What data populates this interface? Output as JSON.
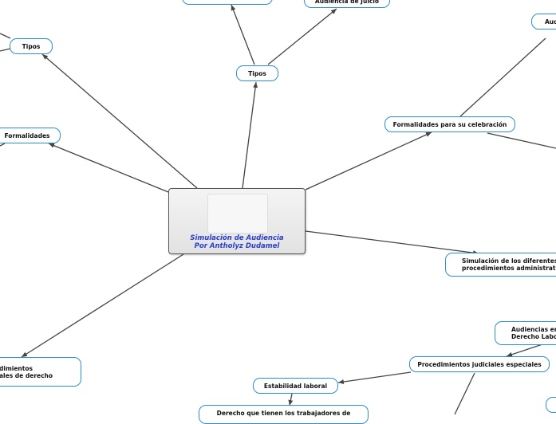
{
  "central": {
    "title": "Simulación de Audiencia\nPor Antholyz Dudamel"
  },
  "nodes": {
    "tipos_top": "Tipos",
    "audiencia_juicio": "Audiencia de Juicio",
    "blank_top": "",
    "tipos_left": "Tipos",
    "formalidades": "Formalidades",
    "formalidades_celebracion": "Formalidades para su celebración",
    "aud_top_right": "Aud",
    "simulacion_procedimientos": "Simulación de los diferentes t\nprocedimientos administrative",
    "procedimientos_left": "dimientos\nales de derecho",
    "audiencias_derecho": "Audiencias en\nDerecho Labor",
    "procedimientos_judiciales": "Procedimientos judiciales especiales",
    "estabilidad_laboral": "Estabilidad laboral",
    "derecho_trabajadores": "Derecho que tienen los trabajadores de",
    "blank_bottom_right": ""
  },
  "colors": {
    "node_border": "#2e8fd2",
    "edge": "#444444",
    "central_text": "#2a3fcf"
  }
}
